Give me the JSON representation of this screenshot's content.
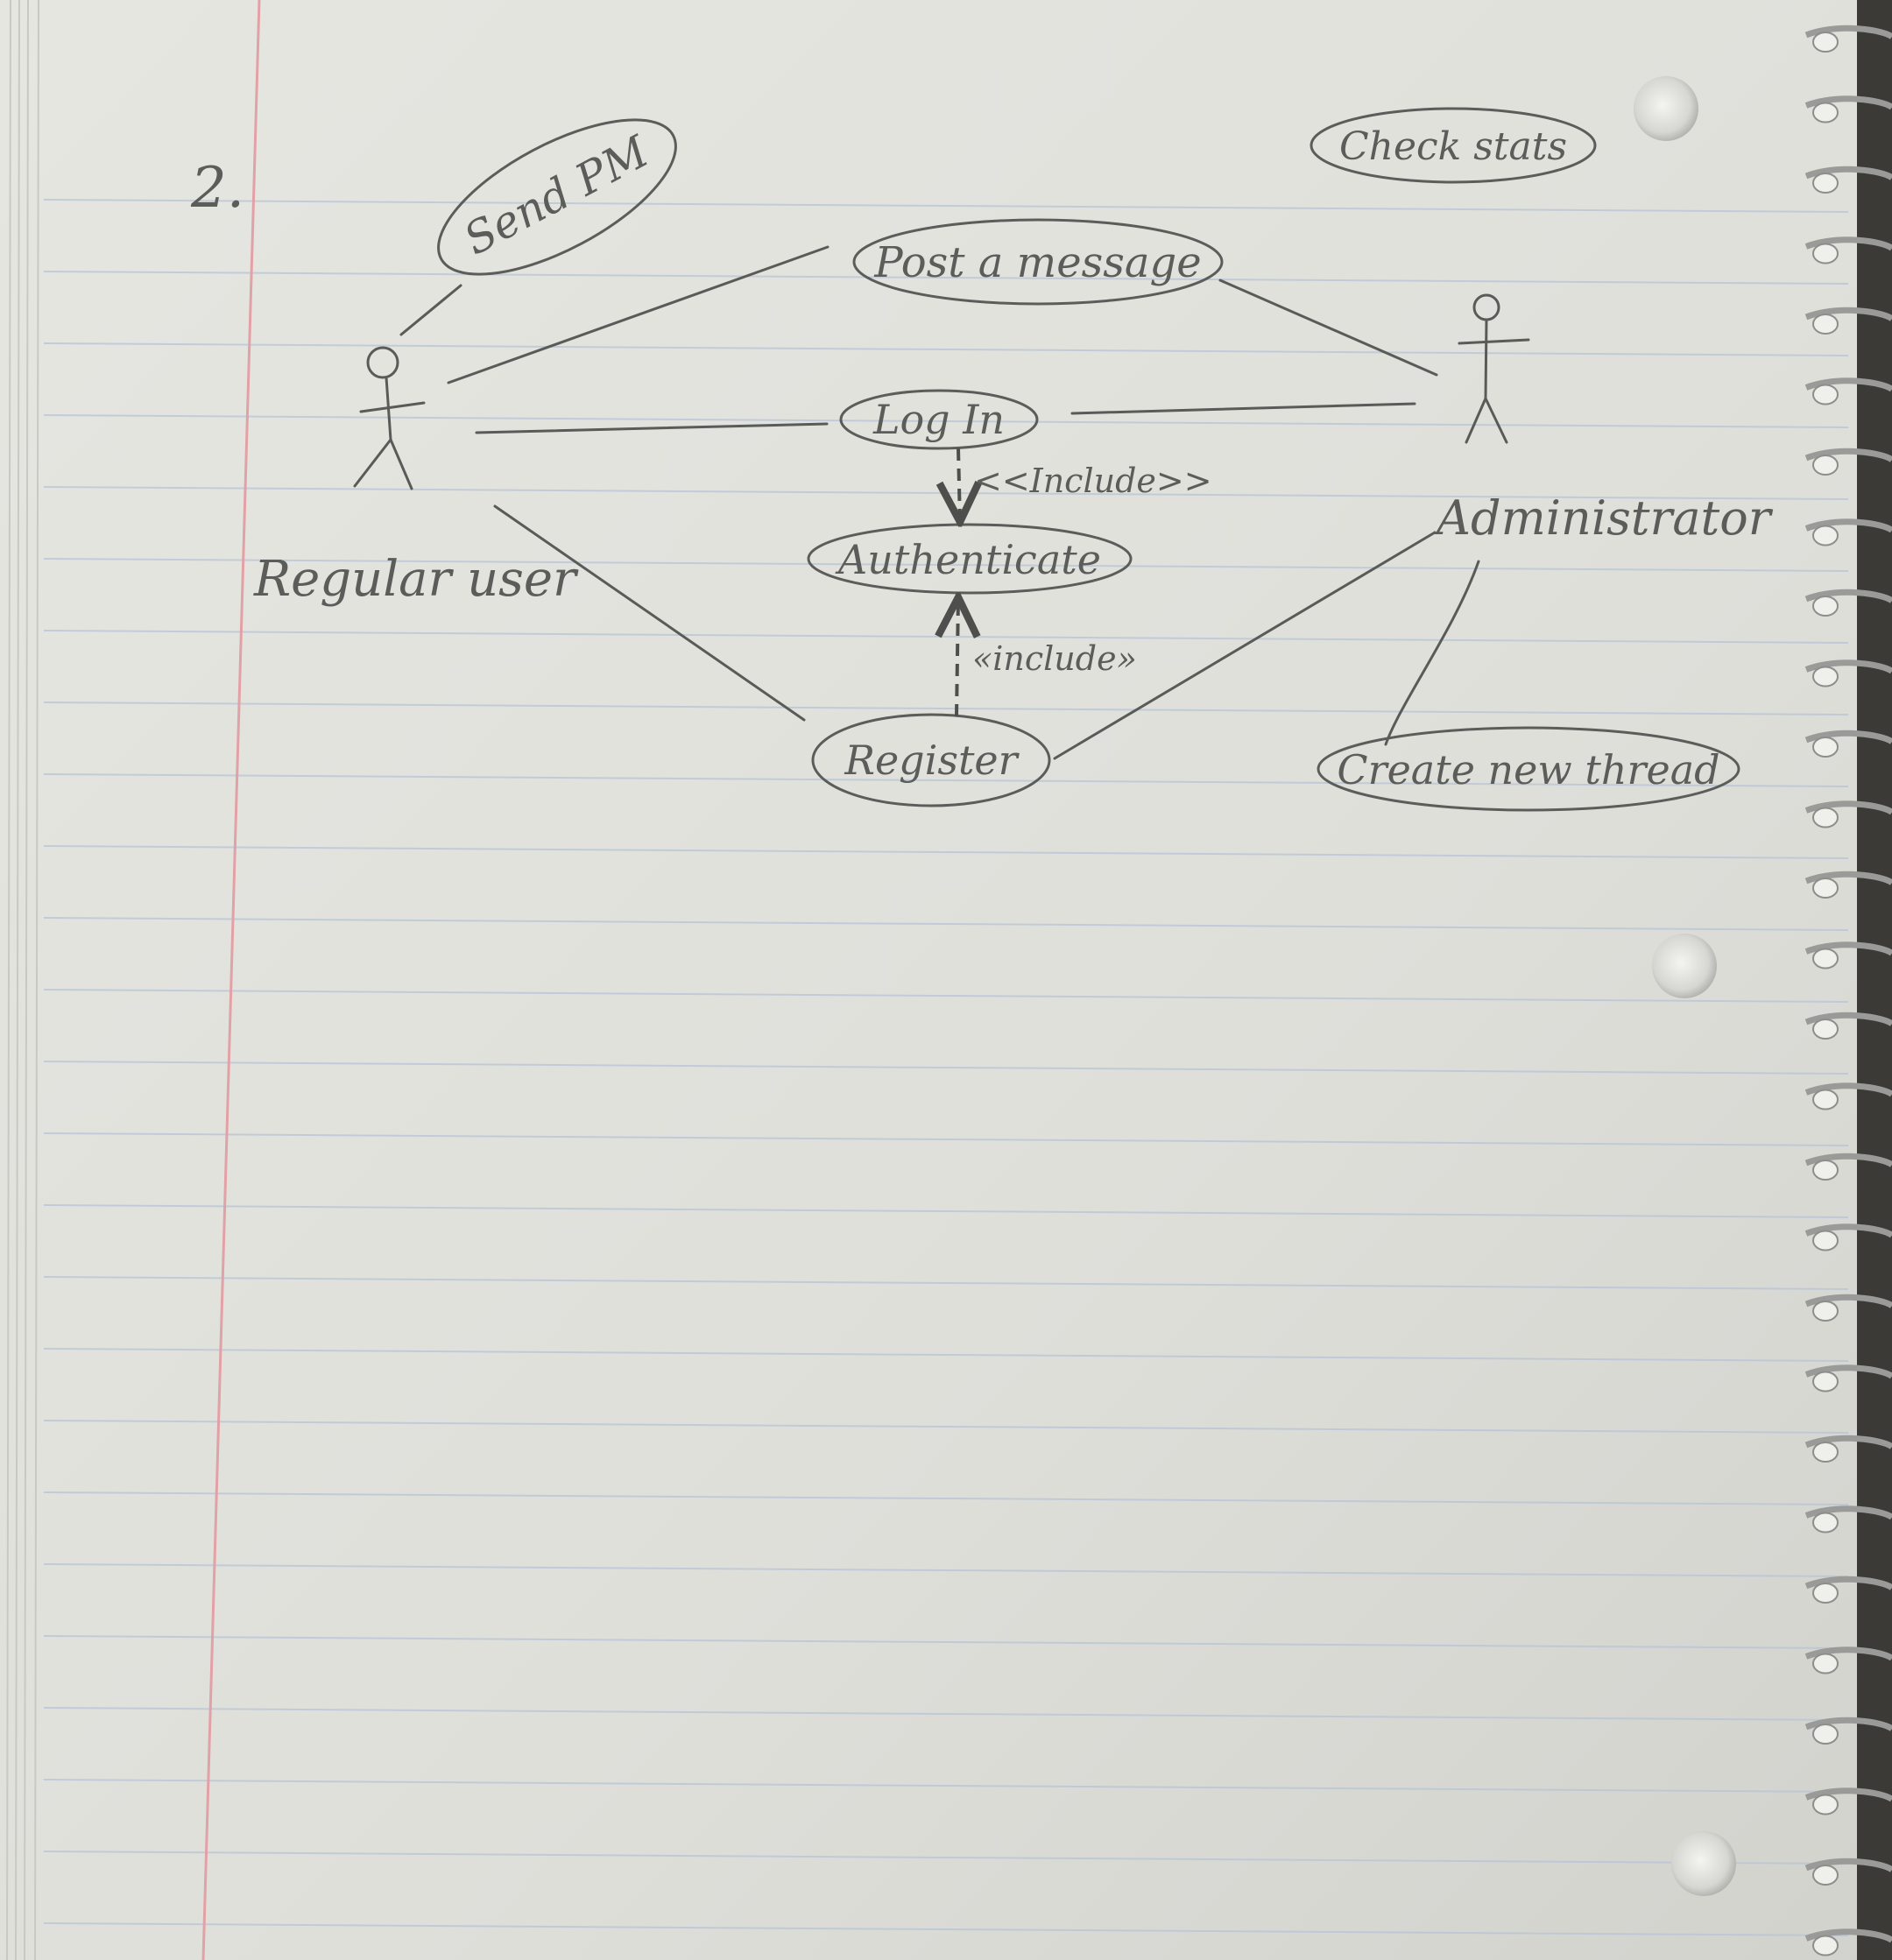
{
  "page_number": "2.",
  "actors": {
    "regular_user": "Regular user",
    "administrator": "Administrator"
  },
  "use_cases": {
    "send_pm": "Send PM",
    "check_stats": "Check stats",
    "post_message": "Post a message",
    "log_in": "Log In",
    "authenticate": "Authenticate",
    "register": "Register",
    "create_thread": "Create new thread"
  },
  "relations": {
    "login_include": "<<Include>>",
    "register_include": "«include»"
  },
  "colors": {
    "paper": "#e4e4df",
    "rule_line": "#b7c4d6",
    "margin_line": "#e1a1a6",
    "pencil": "#5c5c5a"
  }
}
